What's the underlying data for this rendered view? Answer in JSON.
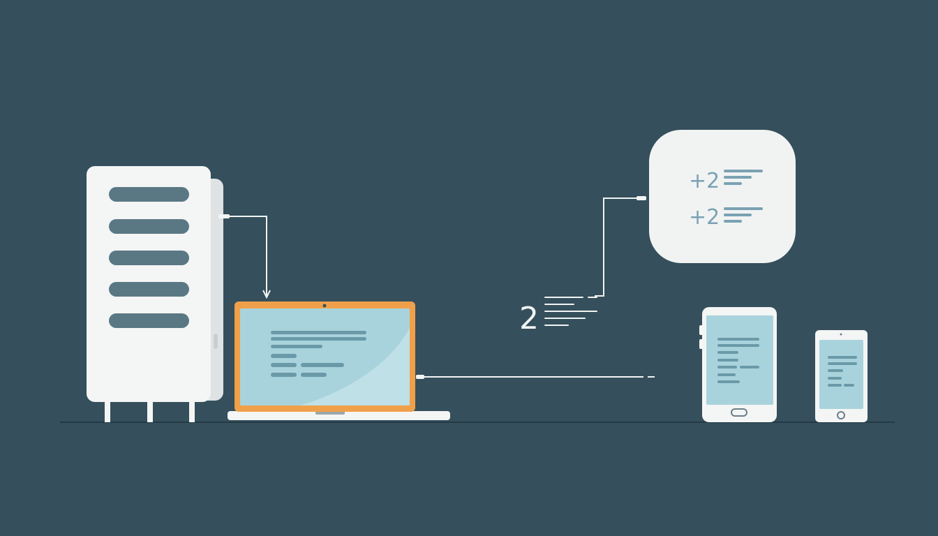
{
  "colors": {
    "background": "#354f5c",
    "server_body": "#f4f5f5",
    "server_shadow": "#dfe3e4",
    "server_slot": "#5a7884",
    "laptop_frame": "#f0a04a",
    "screen": "#a9d3dc",
    "screen_line": "#6a9aa8",
    "bubble": "#f1f3f3",
    "bubble_text": "#7aa2b3",
    "connector": "#f2f4f4",
    "ground_line": "#243a44"
  },
  "icons": [
    "server-icon",
    "laptop-icon",
    "tablet-icon",
    "phone-icon",
    "notification-bubble-icon"
  ],
  "labels": {
    "floating_count": "2",
    "bubble_items": [
      {
        "value": "+2"
      },
      {
        "value": "+2"
      }
    ]
  }
}
